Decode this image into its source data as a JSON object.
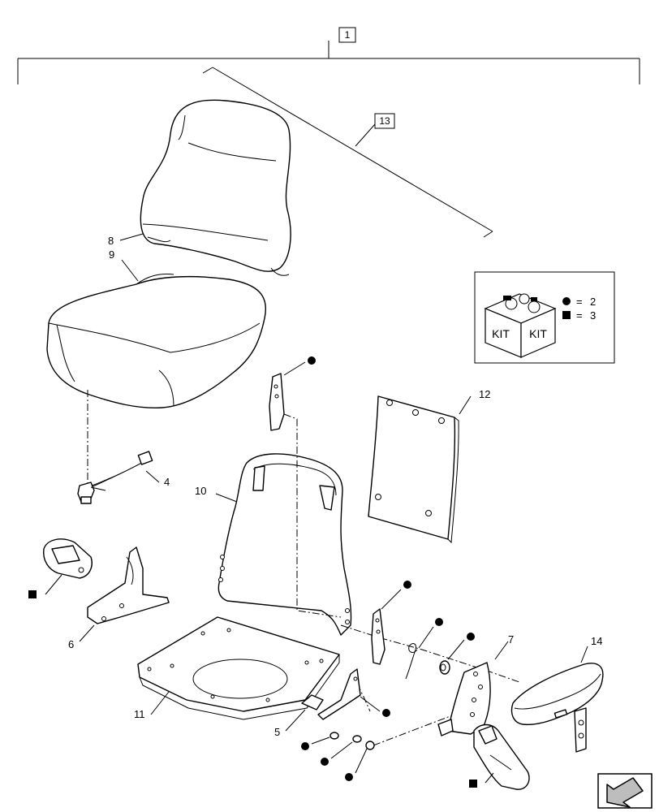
{
  "callouts": {
    "assembly": "1",
    "sub_assembly": "13",
    "seat_back_cover": "8",
    "seat_cushion": "9",
    "seat_back_frame": "10",
    "seat_pan": "11",
    "back_panel": "12",
    "armrest": "14",
    "wire_harness": "4",
    "clip": "5",
    "bracket": "6",
    "side_plate": "7"
  },
  "kit_legend": {
    "kit_text": "KIT",
    "circle_equals": "=",
    "circle_value": "2",
    "square_equals": "=",
    "square_value": "3"
  },
  "colors": {
    "line": "#000000",
    "background": "#ffffff",
    "arrow_fill": "#bdbdbd"
  },
  "icons": {
    "kit_box": "kit-box-icon",
    "navigation": "next-page-arrow-icon"
  }
}
